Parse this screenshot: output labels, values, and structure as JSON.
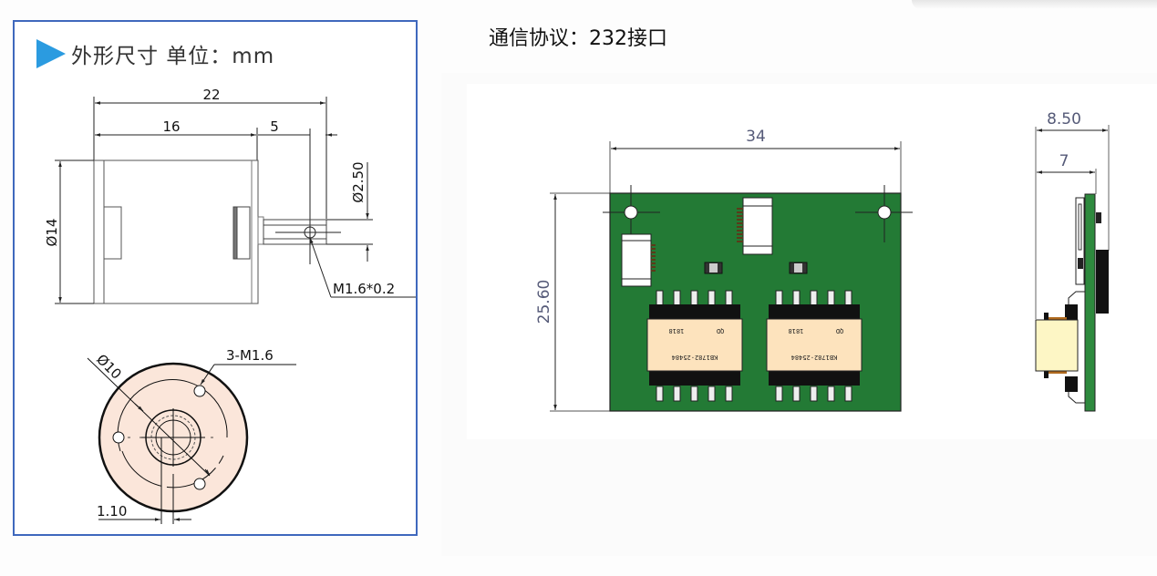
{
  "motor_panel": {
    "title": "外形尺寸  单位：mm",
    "title_icon": "play-triangle-icon",
    "accent_color": "#2b9be0",
    "border_color": "#3f68bd",
    "side_view": {
      "overall_length": "22",
      "body_length": "16",
      "shaft_length": "5",
      "body_diameter": "Ø14",
      "shaft_diameter": "Ø2.50",
      "shaft_thread": "M1.6*0.2"
    },
    "front_view": {
      "bolt_circle": "Ø10",
      "mounting_holes": "3-M1.6",
      "flat_width": "1.10",
      "face_color": "#fbe6da"
    }
  },
  "pcb_section": {
    "title": "通信协议：232接口",
    "board_color": "#237a35",
    "top_view": {
      "width": "34",
      "height": "25.60",
      "transformer_label_1": "1818",
      "transformer_label_2": "QD",
      "transformer_part": "KB1782-25484"
    },
    "side_view": {
      "total_thickness": "8.50",
      "component_height": "7"
    }
  }
}
